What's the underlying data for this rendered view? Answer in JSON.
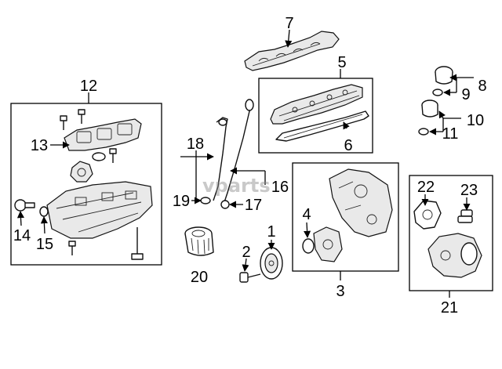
{
  "diagram": {
    "watermark": "vparts",
    "callouts": [
      {
        "id": "1",
        "text": "1"
      },
      {
        "id": "2",
        "text": "2"
      },
      {
        "id": "3",
        "text": "3"
      },
      {
        "id": "4",
        "text": "4"
      },
      {
        "id": "5",
        "text": "5"
      },
      {
        "id": "6",
        "text": "6"
      },
      {
        "id": "7",
        "text": "7"
      },
      {
        "id": "8",
        "text": "8"
      },
      {
        "id": "9",
        "text": "9"
      },
      {
        "id": "10",
        "text": "10"
      },
      {
        "id": "11",
        "text": "11"
      },
      {
        "id": "12",
        "text": "12"
      },
      {
        "id": "13",
        "text": "13"
      },
      {
        "id": "14",
        "text": "14"
      },
      {
        "id": "15",
        "text": "15"
      },
      {
        "id": "16",
        "text": "16"
      },
      {
        "id": "17",
        "text": "17"
      },
      {
        "id": "18",
        "text": "18"
      },
      {
        "id": "19",
        "text": "19"
      },
      {
        "id": "20",
        "text": "20"
      },
      {
        "id": "21",
        "text": "21"
      },
      {
        "id": "22",
        "text": "22"
      },
      {
        "id": "23",
        "text": "23"
      }
    ]
  }
}
